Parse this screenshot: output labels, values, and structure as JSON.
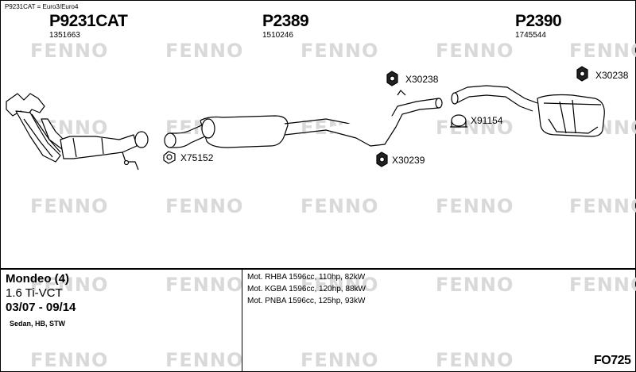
{
  "note": "P9231CAT = Euro3/Euro4",
  "parts": [
    {
      "code": "P9231CAT",
      "number": "1351663"
    },
    {
      "code": "P2389",
      "number": "1510246"
    },
    {
      "code": "P2390",
      "number": "1745544"
    }
  ],
  "refs": [
    "X30238",
    "X75152",
    "X30239",
    "X91154",
    "X30238"
  ],
  "watermark": "FENNO",
  "vehicle": {
    "model": "Mondeo (4)",
    "engine": "1.6 Ti-VCT",
    "years": "03/07 - 09/14",
    "body": "Sedan, HB, STW"
  },
  "motors": [
    "Mot. RHBA 1596cc, 110hp, 82kW",
    "Mot. KGBA 1596cc, 120hp, 88kW",
    "Mot. PNBA 1596cc, 125hp, 93kW"
  ],
  "diagram_code": "FO725"
}
